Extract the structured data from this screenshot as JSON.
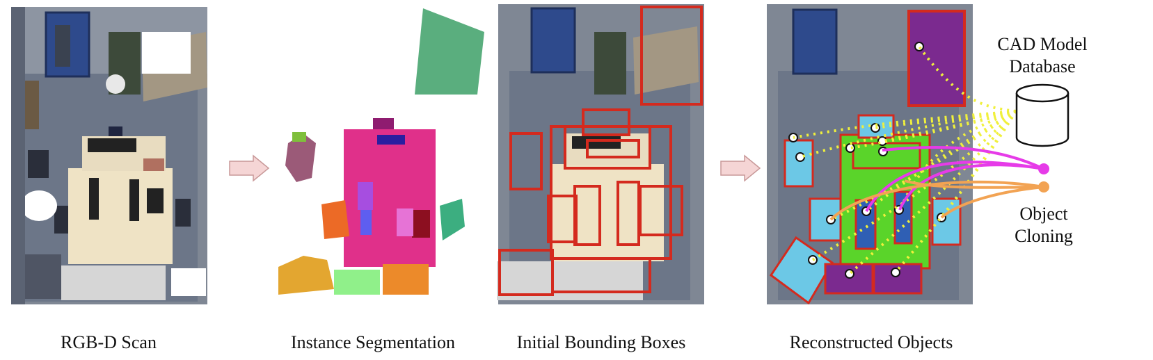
{
  "panels": [
    {
      "caption": "RGB-D Scan"
    },
    {
      "caption": "Instance Segmentation"
    },
    {
      "caption": "Initial Bounding Boxes"
    },
    {
      "caption": "Reconstructed Objects"
    }
  ],
  "database_label": {
    "line1": "CAD Model",
    "line2": "Database"
  },
  "cloning_label": {
    "line1": "Object",
    "line2": "Cloning"
  },
  "colors": {
    "bbox_red": "#d42a1e",
    "magenta": "#e63be8",
    "orange": "#f2a353",
    "dotted_yellow": "#f0f03c",
    "arrow_fill": "#f5d5d5",
    "desk_green": "#5ad42a",
    "cabinet_purple": "#7b2a8f",
    "chair_blue": "#6cc8e6"
  }
}
